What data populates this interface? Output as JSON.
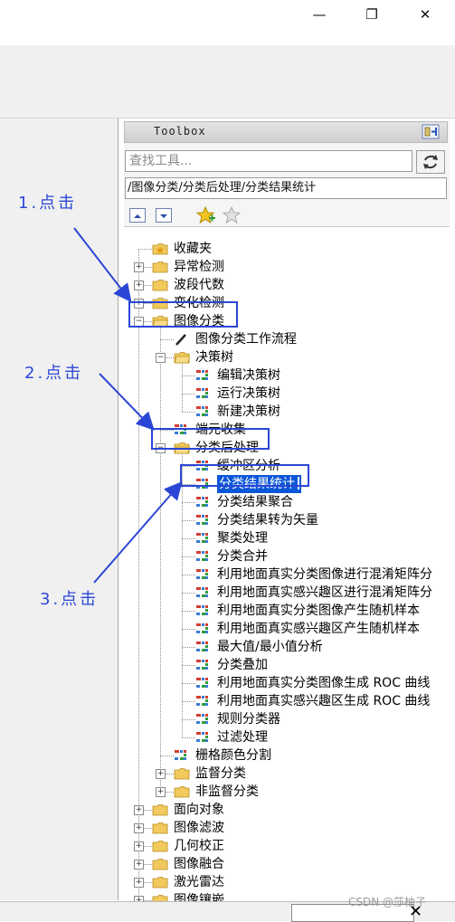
{
  "window": {
    "minimize_glyph": "—",
    "maximize_glyph": "❐",
    "close_glyph": "✕"
  },
  "toolbox": {
    "title": "Toolbox",
    "search_placeholder": "查找工具...",
    "path": "/图像分类/分类后处理/分类结果统计"
  },
  "tree": [
    {
      "label": "收藏夹",
      "icon": "favorites-folder-icon"
    },
    {
      "label": "异常检测",
      "icon": "folder-icon"
    },
    {
      "label": "波段代数",
      "icon": "folder-icon"
    },
    {
      "label": "变化检测",
      "icon": "folder-icon"
    },
    {
      "label": "图像分类",
      "icon": "folder-open-icon"
    },
    {
      "label": "图像分类工作流程",
      "icon": "wand-icon"
    },
    {
      "label": "决策树",
      "icon": "folder-open-icon"
    },
    {
      "label": "编辑决策树",
      "icon": "tool-icon"
    },
    {
      "label": "运行决策树",
      "icon": "tool-icon"
    },
    {
      "label": "新建决策树",
      "icon": "tool-icon"
    },
    {
      "label": "端元收集",
      "icon": "tool-icon"
    },
    {
      "label": "分类后处理",
      "icon": "folder-open-icon"
    },
    {
      "label": "缓冲区分析",
      "icon": "tool-icon"
    },
    {
      "label": "分类结果统计",
      "icon": "tool-icon"
    },
    {
      "label": "分类结果聚合",
      "icon": "tool-icon"
    },
    {
      "label": "分类结果转为矢量",
      "icon": "tool-icon"
    },
    {
      "label": "聚类处理",
      "icon": "tool-icon"
    },
    {
      "label": "分类合并",
      "icon": "tool-icon"
    },
    {
      "label": "利用地面真实分类图像进行混淆矩阵分",
      "icon": "tool-icon"
    },
    {
      "label": "利用地面真实感兴趣区进行混淆矩阵分",
      "icon": "tool-icon"
    },
    {
      "label": "利用地面真实分类图像产生随机样本",
      "icon": "tool-icon"
    },
    {
      "label": "利用地面真实感兴趣区产生随机样本",
      "icon": "tool-icon"
    },
    {
      "label": "最大值/最小值分析",
      "icon": "tool-icon"
    },
    {
      "label": "分类叠加",
      "icon": "tool-icon"
    },
    {
      "label": "利用地面真实分类图像生成 ROC 曲线",
      "icon": "tool-icon"
    },
    {
      "label": "利用地面真实感兴趣区生成 ROC 曲线",
      "icon": "tool-icon"
    },
    {
      "label": "规则分类器",
      "icon": "tool-icon"
    },
    {
      "label": "过滤处理",
      "icon": "tool-icon"
    },
    {
      "label": "栅格颜色分割",
      "icon": "tool-icon"
    },
    {
      "label": "监督分类",
      "icon": "folder-icon"
    },
    {
      "label": "非监督分类",
      "icon": "folder-icon"
    },
    {
      "label": "面向对象",
      "icon": "folder-icon"
    },
    {
      "label": "图像滤波",
      "icon": "folder-icon"
    },
    {
      "label": "几何校正",
      "icon": "folder-icon"
    },
    {
      "label": "图像融合",
      "icon": "folder-icon"
    },
    {
      "label": "激光雷达",
      "icon": "folder-icon"
    },
    {
      "label": "图像镶嵌",
      "icon": "folder-icon"
    }
  ],
  "annotations": {
    "step1": "1.点击",
    "step2": "2.点击",
    "step3": "3.点击"
  },
  "watermark": "CSDN @莎柚子",
  "colors": {
    "annotation": "#2b46d6",
    "selection": "#0a56d8",
    "folder": "#f1c95c"
  }
}
